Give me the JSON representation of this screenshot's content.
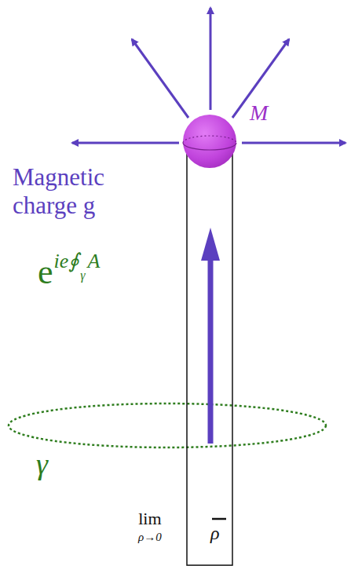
{
  "diagram": {
    "labels": [
      "M",
      "Magnetic charge g",
      "e",
      "ie∮",
      "γ",
      "A",
      "γ",
      "lim",
      "ρ→0",
      "ρ"
    ]
  }
}
